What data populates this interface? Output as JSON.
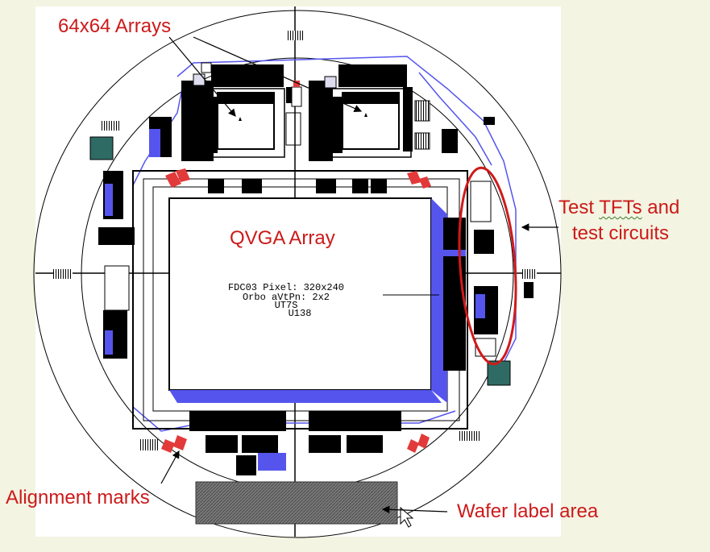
{
  "labels": {
    "arrays_64": "64x64 Arrays",
    "qvga": "QVGA Array",
    "test_tft_prefix": "Test ",
    "test_tft_word": "TFTs",
    "test_tft_suffix": " and",
    "test_circuits": "test circuits",
    "alignment": "Alignment marks",
    "wafer_label": "Wafer label area"
  },
  "chip_text": {
    "line1": "FDC03 Pixel: 320x240",
    "line2": "Orbo aVtPn: 2x2",
    "line3": "UT7S",
    "line4": "U138"
  },
  "colors": {
    "background": "#f3f4e2",
    "label": "#cc1a1a",
    "blue_trace": "#5555ee",
    "teal_block": "#2e6b64"
  }
}
